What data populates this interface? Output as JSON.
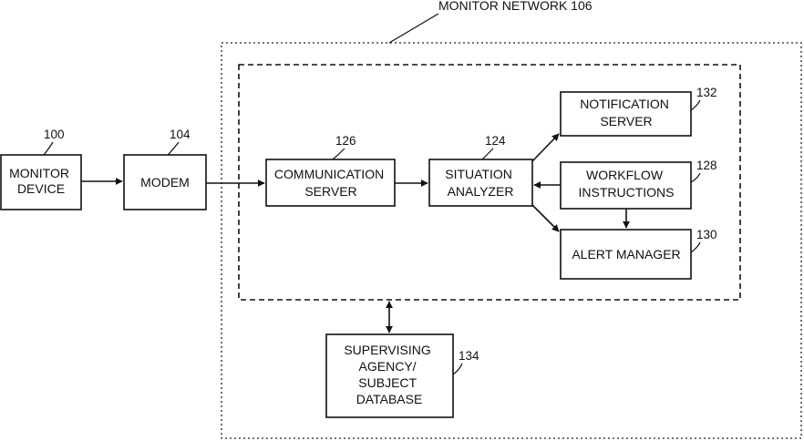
{
  "title": {
    "text": "MONITOR NETWORK 106"
  },
  "boxes": {
    "monitor_device": {
      "lines": [
        "MONITOR",
        "DEVICE"
      ],
      "ref": "100"
    },
    "modem": {
      "lines": [
        "MODEM"
      ],
      "ref": "104"
    },
    "communication_server": {
      "lines": [
        "COMMUNICATION",
        "SERVER"
      ],
      "ref": "126"
    },
    "situation_analyzer": {
      "lines": [
        "SITUATION",
        "ANALYZER"
      ],
      "ref": "124"
    },
    "notification_server": {
      "lines": [
        "NOTIFICATION",
        "SERVER"
      ],
      "ref": "132"
    },
    "workflow_instructions": {
      "lines": [
        "WORKFLOW",
        "INSTRUCTIONS"
      ],
      "ref": "128"
    },
    "alert_manager": {
      "lines": [
        "ALERT MANAGER"
      ],
      "ref": "130"
    },
    "supervising_agency": {
      "lines": [
        "SUPERVISING",
        "AGENCY/",
        "SUBJECT",
        "DATABASE"
      ],
      "ref": "134"
    }
  },
  "connections": [
    {
      "from": "monitor_device",
      "to": "modem"
    },
    {
      "from": "modem",
      "to": "communication_server"
    },
    {
      "from": "communication_server",
      "to": "situation_analyzer"
    },
    {
      "from": "workflow_instructions",
      "to": "situation_analyzer"
    },
    {
      "from": "situation_analyzer",
      "to": "notification_server"
    },
    {
      "from": "situation_analyzer",
      "to": "alert_manager"
    },
    {
      "from": "workflow_instructions",
      "to": "alert_manager"
    },
    {
      "from": "inner_boundary",
      "to": "supervising_agency",
      "bidirectional": true
    }
  ]
}
